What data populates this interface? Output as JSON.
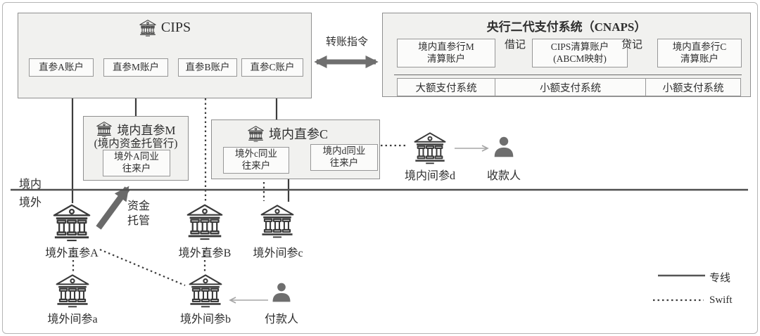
{
  "colors": {
    "panel_fill": "#f1f1ef",
    "box_border": "#8f8f8f",
    "line_dark": "#3d3d3d",
    "arrow_thick": "#6f6f6f",
    "arrow_debit": "#4a4a4a",
    "arrow_credit": "#bcbcbc",
    "arrow_thin": "#a5a5a5"
  },
  "cips": {
    "title": "CIPS",
    "accounts": [
      "直参A账户",
      "直参M账户",
      "直参B账户",
      "直参C账户"
    ]
  },
  "transfer_instruction": "转账指令",
  "cnaps": {
    "title": "央行二代支付系统（CNAPS）",
    "m_account": "境内直参行M\n清算账户",
    "debit": "借记",
    "clearing_account": "CIPS清算账户\n(ABCM映射)",
    "credit": "贷记",
    "c_account": "境内直参行C\n清算账户",
    "systems": [
      "大额支付系统",
      "小额支付系统",
      "小额支付系统"
    ]
  },
  "domestic_m": {
    "title": "境内直参M",
    "subtitle": "(境内资金托管行)",
    "account": "境外A同业\n往来户"
  },
  "domestic_c": {
    "title": "境内直参C",
    "account_c": "境外c同业\n往来户",
    "account_d": "境内d同业\n往来户"
  },
  "custody_label": "资金\n托管",
  "border": {
    "inside": "境内",
    "outside": "境外"
  },
  "nodes": {
    "domestic_indirect_d": "境内间参d",
    "payee": "收款人",
    "overseas_direct_a": "境外直参A",
    "overseas_direct_b": "境外直参B",
    "overseas_indirect_c": "境外间参c",
    "overseas_indirect_a": "境外间参a",
    "overseas_indirect_b": "境外间参b",
    "payer": "付款人"
  },
  "legend": {
    "dedicated_line": "专线",
    "swift": "Swift"
  }
}
